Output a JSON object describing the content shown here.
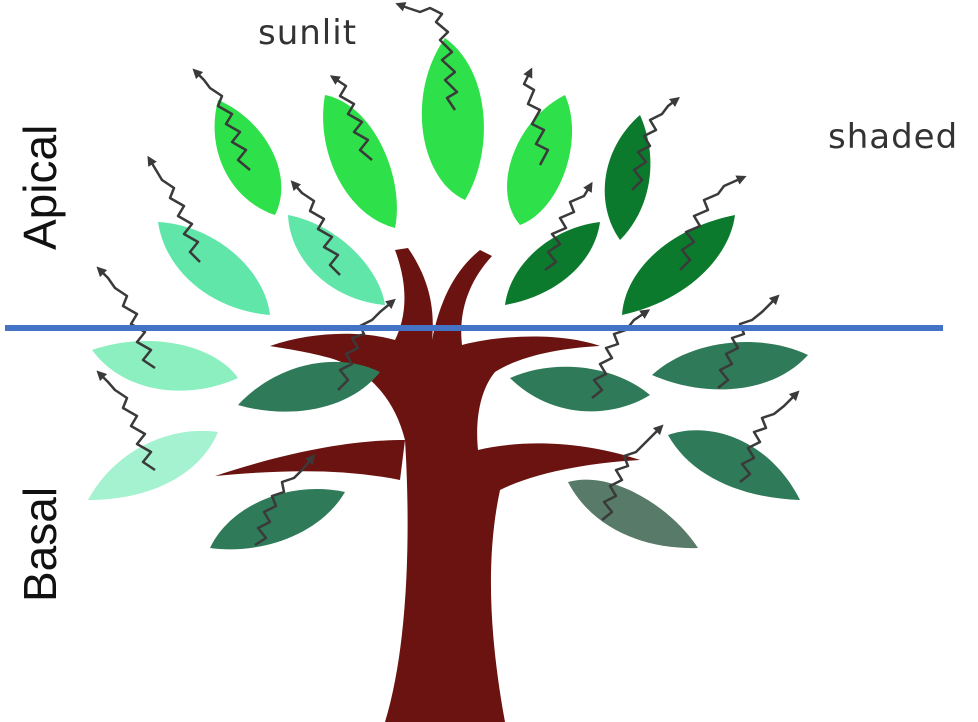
{
  "labels": {
    "sunlit": "sunlit",
    "shaded": "shaded",
    "apical": "Apical",
    "basal": "Basal"
  },
  "colors": {
    "trunk": "#6b1310",
    "divider": "#4472c4",
    "arrow": "#3a3a3a",
    "leaf_bright": "#2ee04a",
    "leaf_light": "#5fe6a8",
    "leaf_pale": "#8cefc0",
    "leaf_dark": "#0b7a2c",
    "leaf_mid": "#2f7a58",
    "leaf_grey": "#587a68"
  }
}
